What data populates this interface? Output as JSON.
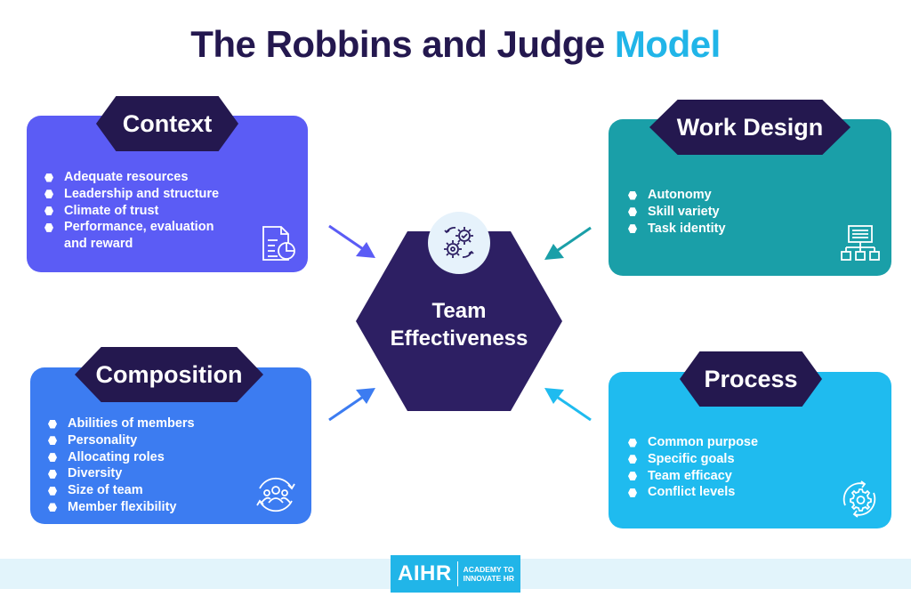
{
  "title": {
    "main": "The Robbins and Judge",
    "accent": "Model"
  },
  "center": {
    "line1": "Team",
    "line2": "Effectiveness"
  },
  "context": {
    "label": "Context",
    "items": [
      "Adequate resources",
      "Leadership and structure",
      "Climate of trust",
      "Performance, evaluation",
      "and reward"
    ]
  },
  "work_design": {
    "label": "Work Design",
    "items": [
      "Autonomy",
      "Skill variety",
      "Task identity"
    ]
  },
  "composition": {
    "label": "Composition",
    "items": [
      "Abilities of members",
      "Personality",
      "Allocating roles",
      "Diversity",
      "Size of team",
      "Member flexibility"
    ]
  },
  "process": {
    "label": "Process",
    "items": [
      "Common purpose",
      "Specific goals",
      "Team efficacy",
      "Conflict levels"
    ]
  },
  "logo": {
    "brand": "AIHR",
    "line1": "ACADEMY TO",
    "line2": "INNOVATE HR"
  },
  "colors": {
    "context": "#5b5cf5",
    "work_design": "#1a9fa8",
    "composition": "#3c7cf1",
    "process": "#1fbbef",
    "dark": "#24184f",
    "accent": "#21b5e8"
  },
  "icons": {
    "context": "document-chart-icon",
    "work_design": "org-chart-icon",
    "composition": "team-cycle-icon",
    "process": "gear-cycle-icon",
    "center": "gears-icon"
  }
}
